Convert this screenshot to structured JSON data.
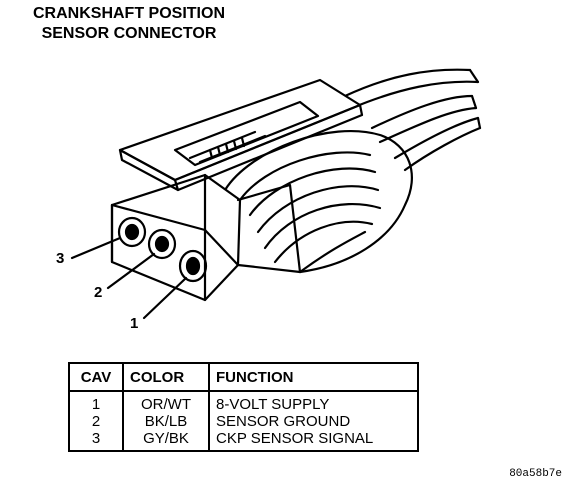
{
  "title": {
    "line1": "CRANKSHAFT POSITION",
    "line2": "SENSOR CONNECTOR"
  },
  "callouts": [
    "3",
    "2",
    "1"
  ],
  "table": {
    "headers": [
      "CAV",
      "COLOR",
      "FUNCTION"
    ],
    "rows": [
      {
        "cav": "1",
        "color": "OR/WT",
        "function": "8-VOLT SUPPLY"
      },
      {
        "cav": "2",
        "color": "BK/LB",
        "function": "SENSOR GROUND"
      },
      {
        "cav": "3",
        "color": "GY/BK",
        "function": "CKP SENSOR SIGNAL"
      }
    ]
  },
  "figure_id": "80a58b7e"
}
